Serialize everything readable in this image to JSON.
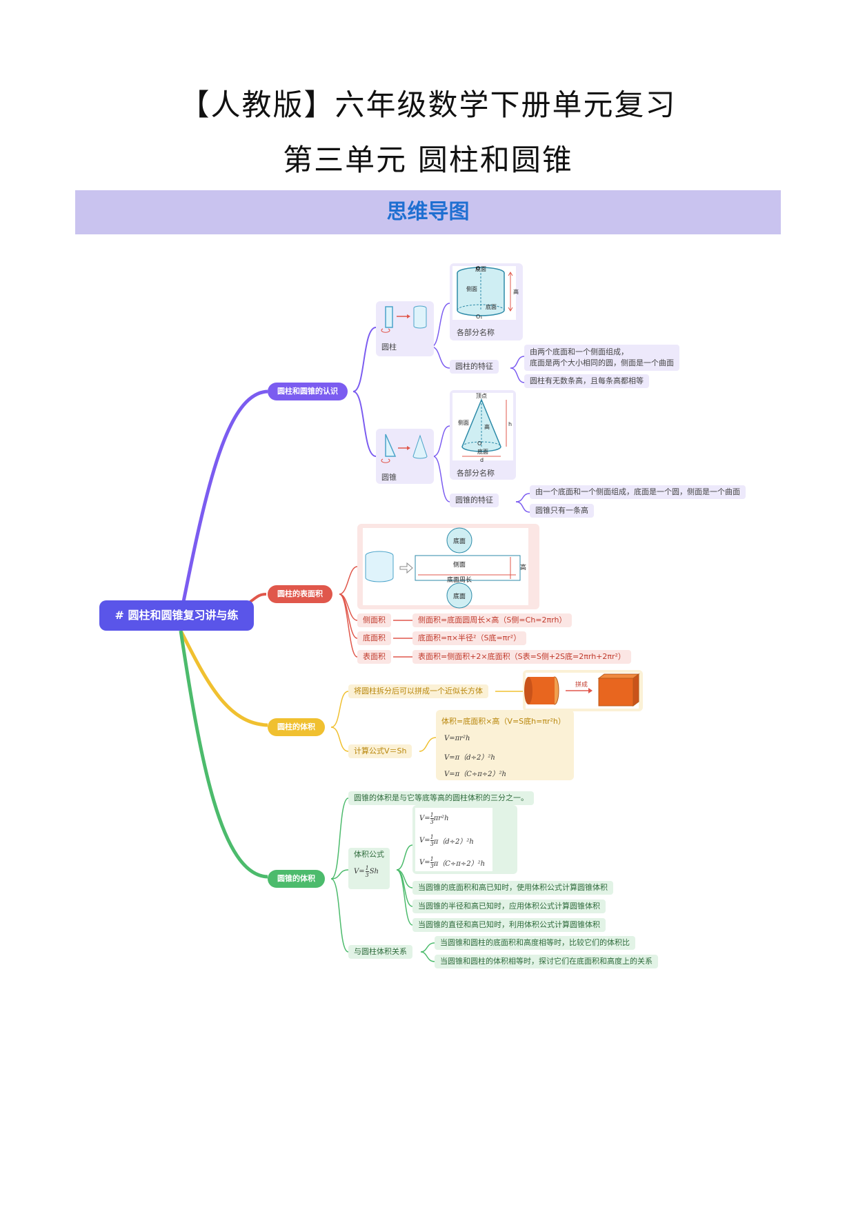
{
  "title": "【人教版】六年级数学下册单元复习",
  "subtitle": "第三单元  圆柱和圆锥",
  "banner": "思维导图",
  "root": "# 圆柱和圆锥复习讲与练",
  "colors": {
    "purple": "#7b5cf0",
    "red": "#e0574b",
    "yellow": "#f0c030",
    "green": "#4cbb6c",
    "root": "#5a55e9",
    "banner_bg": "#c9c3ef",
    "banner_text": "#1f6fd1"
  },
  "b1": {
    "label": "圆柱和圆锥的认识",
    "cyl": {
      "label": "圆柱",
      "parts_label": "各部分名称",
      "parts_img": {
        "top": "底面",
        "side": "侧面",
        "height": "高",
        "bottom": "底面",
        "o1": "O",
        "o2": "O₁"
      },
      "feature": "圆柱的特征",
      "f1a": "由两个底面和一个侧面组成，",
      "f1b": "底面是两个大小相同的圆，侧面是一个曲面",
      "f2": "圆柱有无数条高，且每条高都相等"
    },
    "cone": {
      "label": "圆锥",
      "parts_label": "各部分名称",
      "parts_img": {
        "apex": "顶点",
        "side": "侧面",
        "height": "高",
        "h": "h",
        "base": "底面",
        "d": "d",
        "o": "O"
      },
      "feature": "圆锥的特征",
      "f1": "由一个底面和一个侧面组成，底面是一个圆，侧面是一个曲面",
      "f2": "圆锥只有一条高"
    }
  },
  "b2": {
    "label": "圆柱的表面积",
    "net": {
      "top": "底面",
      "side": "侧面",
      "circ": "底面周长",
      "height": "高",
      "bottom": "底面"
    },
    "rows": [
      {
        "k": "侧面积",
        "v": "侧面积=底面圆周长×高（S侧=Ch=2πrh）"
      },
      {
        "k": "底面积",
        "v": "底面积=π×半径²（S底=πr²）"
      },
      {
        "k": "表面积",
        "v": "表面积=侧面积+2×底面积（S表=S侧+2S底=2πrh+2πr²）"
      }
    ]
  },
  "b3": {
    "label": "圆柱的体积",
    "n1": "将圆柱拆分后可以拼成一个近似长方体",
    "arrow_text": "拼成",
    "n2": "计算公式V＝Sh",
    "formula_title": "体积=底面积×高（V=S底h=πr²h）",
    "formulas": [
      "V=πr²h",
      "V=π（d÷2）²h",
      "V=π（C÷π÷2）²h"
    ]
  },
  "b4": {
    "label": "圆锥的体积",
    "n1": "圆锥的体积是与它等底等高的圆柱体积的三分之一。",
    "n2": "体积公式",
    "n2_formula_lhs": "V=",
    "n2_formula_rhs": "Sh",
    "third": {
      "num": "1",
      "den": "3"
    },
    "formula_tails": [
      "πr²h",
      "π（d÷2）²h",
      "π（C÷π÷2）²h"
    ],
    "vf": "V=",
    "s1": "当圆锥的底面积和高已知时，使用体积公式计算圆锥体积",
    "s2": "当圆锥的半径和高已知时，应用体积公式计算圆锥体积",
    "s3": "当圆锥的直径和高已知时，利用体积公式计算圆锥体积",
    "n3": "与圆柱体积关系",
    "r1": "当圆锥和圆柱的底面积和高度相等时，比较它们的体积比",
    "r2": "当圆锥和圆柱的体积相等时，探讨它们在底面积和高度上的关系"
  }
}
